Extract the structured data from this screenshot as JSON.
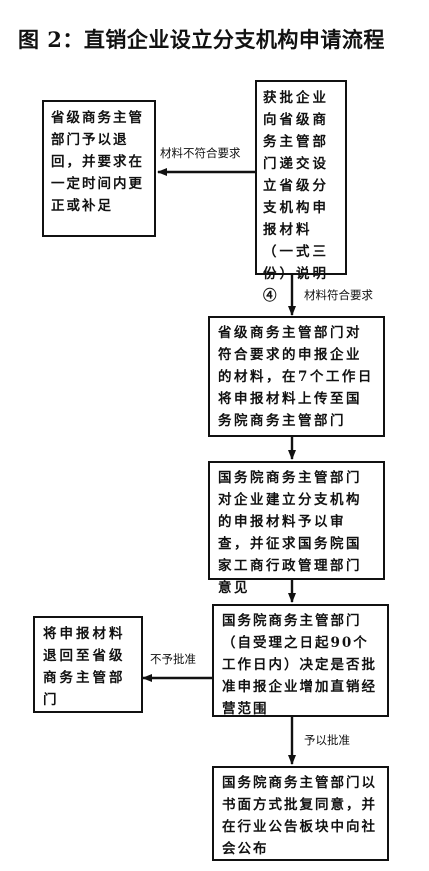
{
  "title": "图 2：直销企业设立分支机构申请流程",
  "boxes": {
    "submit": "获批企业向省级商务主管部门递交设立省级分支机构申报材料（一式三份）说明④",
    "return_correct": "省级商务主管部门予以退回，并要求在一定时间内更正或补足",
    "provincial_upload": "省级商务主管部门对符合要求的申报企业的材料，在7个工作日将申报材料上传至国务院商务主管部门",
    "state_review": "国务院商务主管部门对企业建立分支机构的申报材料予以审查，并征求国务院国家工商行政管理部门意见",
    "state_decide": "国务院商务主管部门（自受理之日起90个工作日内）决定是否批准申报企业增加直销经营范围",
    "return_provincial": "将申报材料退回至省级商务主管部门",
    "approve_notice": "国务院商务主管部门以书面方式批复同意，并在行业公告板块中向社会公布"
  },
  "labels": {
    "not_meet": "材料不符合要求",
    "meet": "材料符合要求",
    "not_approve": "不予批准",
    "approve": "予以批准"
  }
}
